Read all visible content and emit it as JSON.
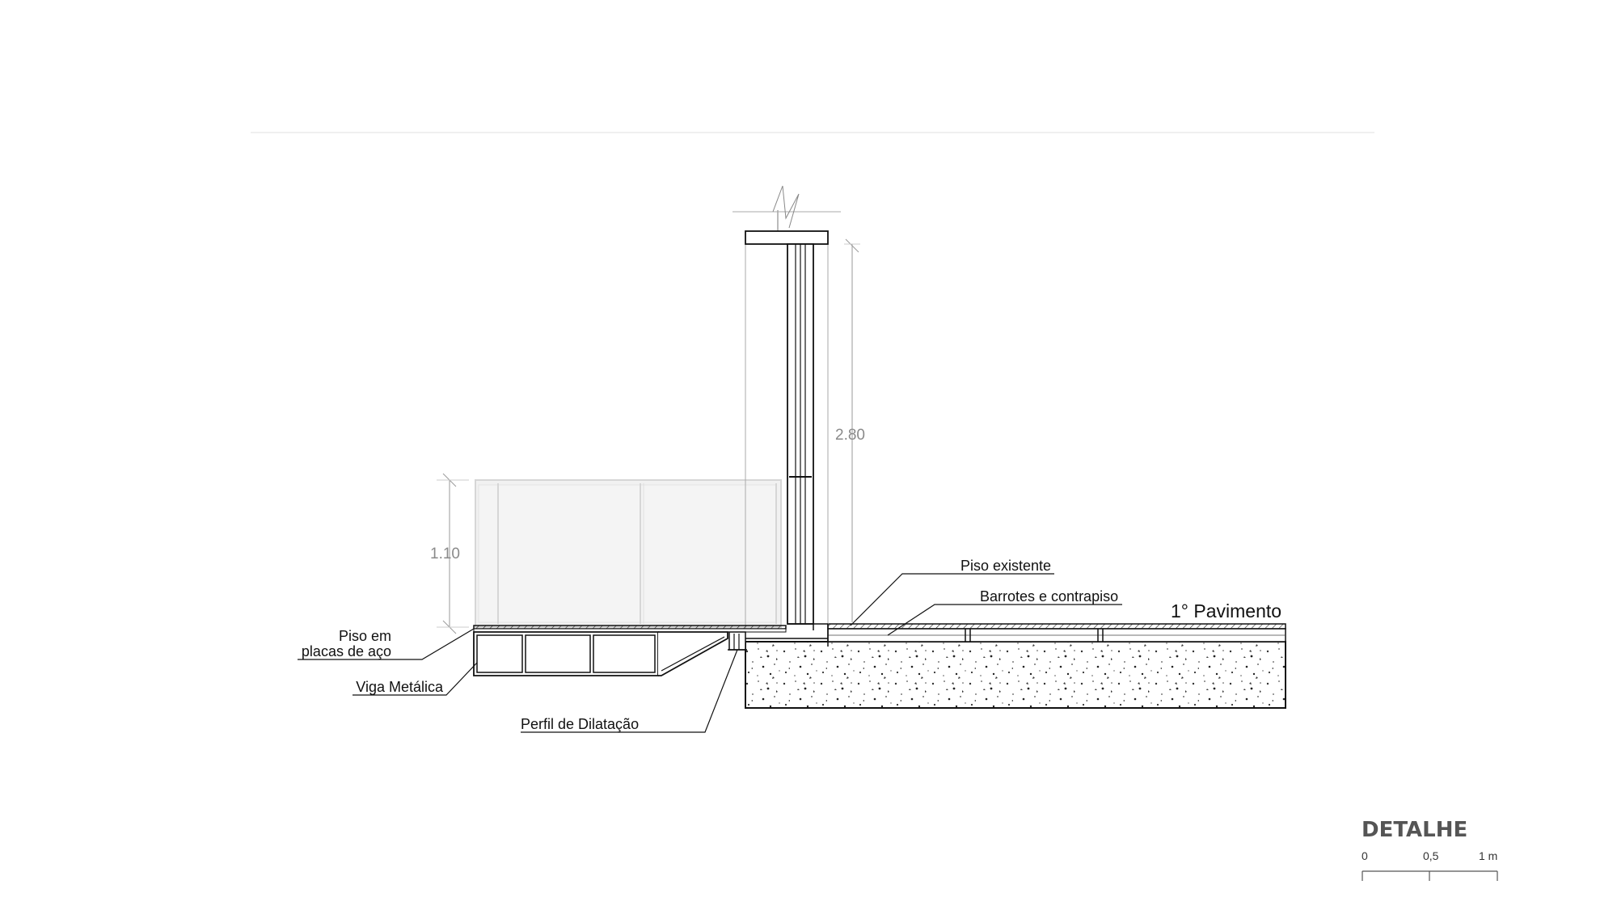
{
  "drawing": {
    "labels": {
      "floor_steel_plates_line1": "Piso em",
      "floor_steel_plates_line2": "placas de aço",
      "metal_beam": "Viga Metálica",
      "expansion_profile": "Perfil de Dilatação",
      "existing_floor": "Piso existente",
      "joists_subfloor": "Barrotes e contrapiso",
      "first_floor": "1° Pavimento"
    },
    "dimensions": {
      "height_total": "2.80",
      "height_railing": "1.10"
    }
  },
  "scale": {
    "title": "DETALHE",
    "ticks": [
      "0",
      "0,5",
      "1 m"
    ]
  }
}
